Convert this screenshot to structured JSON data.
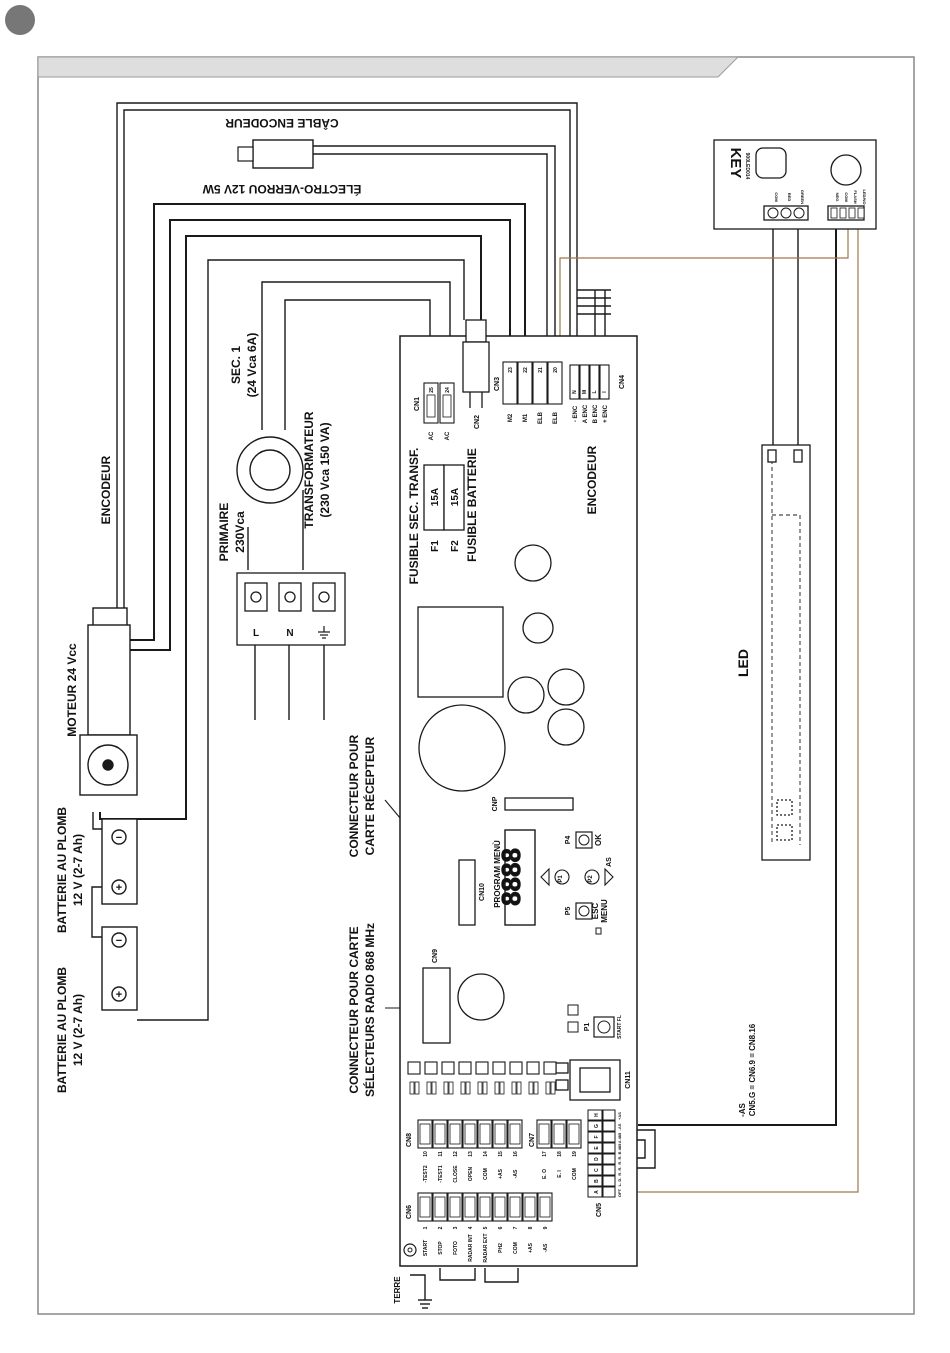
{
  "labels": {
    "cable_encodeur": "CÂBLE ENCODEUR",
    "electro_verrou": "ÉLECTRO-VERROU 12V 5W",
    "encodeur_left": "ENCODEUR",
    "moteur": "MOTEUR 24 Vcc",
    "batterie1_a": "BATTERIE AU PLOMB",
    "batterie1_b": "12 V (2-7 Ah)",
    "batterie2_a": "BATTERIE AU PLOMB",
    "batterie2_b": "12 V (2-7 Ah)",
    "sec1_a": "SEC. 1",
    "sec1_b": "(24 Vca 6A)",
    "transfo_a": "TRANSFORMATEUR",
    "transfo_b": "(230 Vca 150 VA)",
    "primaire_a": "PRIMAIRE",
    "primaire_b": "230Vca",
    "fusible_sec": "FUSIBLE SEC. TRANSF.",
    "fusible_bat": "FUSIBLE BATTERIE",
    "f1": "F1",
    "f2": "F2",
    "fuse1": "15A",
    "fuse2": "15A",
    "encodeur_board": "ENCODEUR",
    "connecteur_recepteur_a": "CONNECTEUR POUR",
    "connecteur_recepteur_b": "CARTE RÉCEPTEUR",
    "connecteur_radio_a": "CONNECTEUR POUR CARTE",
    "connecteur_radio_b": "SÉLECTEURS RADIO 868 MHz",
    "led": "LED",
    "key_brand": "KEY",
    "key_model": "900LED014",
    "as_note_a": "-AS",
    "as_note_b": "CN5.G = CN6.9 = CN8.16",
    "terre": "TERRE",
    "program_menu": "PROGRAM MENÙ",
    "display": "8888",
    "cn1": "CN1",
    "cn2": "CN2",
    "cn3": "CN3",
    "cn4": "CN4",
    "cn5": "CN5",
    "cn6": "CN6",
    "cn7": "CN7",
    "cn8": "CN8",
    "cn9": "CN9",
    "cn10": "CN10",
    "cn11": "CN11",
    "cnp": "CNP",
    "p1": "P1",
    "p4": "P4",
    "p5": "P5",
    "ok": "OK",
    "esc": "ESC",
    "menu": "MENU",
    "as": "AS",
    "start_fl": "START FL",
    "btn_p1": "P1",
    "btn_p2": "P2",
    "term_l": "L",
    "term_n": "N"
  },
  "cn1_terms": [
    {
      "num": "25",
      "label": "AC"
    },
    {
      "num": "24",
      "label": "AC"
    }
  ],
  "cn3_terms": [
    {
      "num": "23",
      "label": "M2"
    },
    {
      "num": "22",
      "label": "M1"
    },
    {
      "num": "21",
      "label": "ELB"
    },
    {
      "num": "20",
      "label": "ELB"
    }
  ],
  "cn4_terms": [
    {
      "code": "N",
      "label": "- ENC"
    },
    {
      "code": "M",
      "label": "A ENC"
    },
    {
      "code": "L",
      "label": "B ENC"
    },
    {
      "code": "I",
      "label": "+ ENC"
    }
  ],
  "key_terms": [
    "COM",
    "RED",
    "GREEN",
    "NEG",
    "COM",
    "FLASH",
    "LED/NO"
  ],
  "cn6_terms": [
    {
      "num": "1",
      "label": "START"
    },
    {
      "num": "2",
      "label": "STOP"
    },
    {
      "num": "3",
      "label": "FOTO"
    },
    {
      "num": "4",
      "label": "RADAR INT"
    },
    {
      "num": "5",
      "label": "RADAR EXT"
    },
    {
      "num": "6",
      "label": "PH2"
    },
    {
      "num": "7",
      "label": "COM"
    },
    {
      "num": "8",
      "label": "+AS"
    },
    {
      "num": "9",
      "label": "-AS"
    }
  ],
  "cn8_terms": [
    {
      "num": "10",
      "label": "-TEST2"
    },
    {
      "num": "11",
      "label": "-TEST1"
    },
    {
      "num": "12",
      "label": "CLOSE"
    },
    {
      "num": "13",
      "label": "OPEN"
    },
    {
      "num": "14",
      "label": "COM"
    },
    {
      "num": "15",
      "label": "+AS"
    },
    {
      "num": "16",
      "label": "-AS"
    }
  ],
  "cn7_terms": [
    {
      "num": "17",
      "label": "E. O"
    },
    {
      "num": "18",
      "label": "E. I"
    },
    {
      "num": "19",
      "label": "COM"
    }
  ],
  "cn5_terms": [
    {
      "code": "H",
      "label": "+AS"
    },
    {
      "code": "G",
      "label": "-AS"
    },
    {
      "code": "F",
      "label": "A 485"
    },
    {
      "code": "E",
      "label": "B 485"
    },
    {
      "code": "D",
      "label": "R. R."
    },
    {
      "code": "C",
      "label": "R. R."
    },
    {
      "code": "B",
      "label": "L. D."
    },
    {
      "code": "A",
      "label": "OPT"
    }
  ],
  "colors": {
    "wire": "#1a1a1a",
    "brown_wire": "#a0784a",
    "header_bar": "#dedede",
    "corner_dot": "#777777"
  }
}
